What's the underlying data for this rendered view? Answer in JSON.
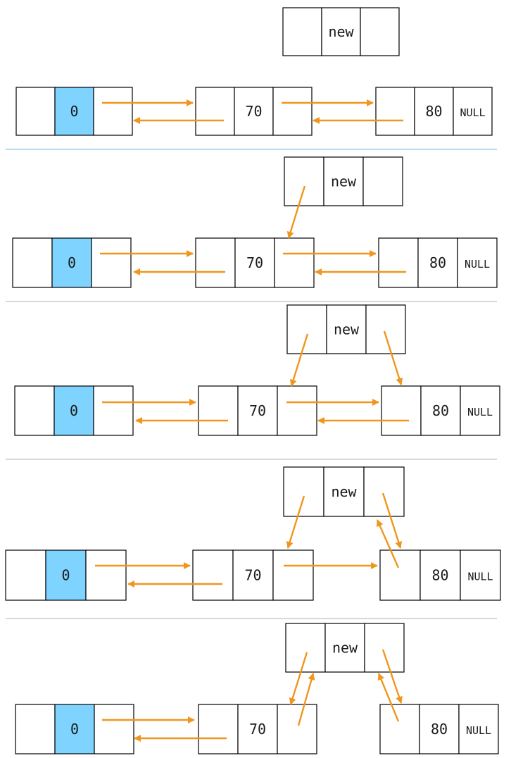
{
  "labels": {
    "new": "new",
    "head": "0",
    "n70": "70",
    "n80": "80",
    "null": "NULL"
  },
  "colors": {
    "arrow": "#f0961e",
    "head_cell": "#7fd4ff",
    "border": "#000000"
  },
  "steps": [
    {
      "name": "step-1-initial"
    },
    {
      "name": "step-2-new-prev-to-70"
    },
    {
      "name": "step-3-new-next-to-80"
    },
    {
      "name": "step-4-80-prev-to-new"
    },
    {
      "name": "step-5-70-next-to-new"
    }
  ]
}
